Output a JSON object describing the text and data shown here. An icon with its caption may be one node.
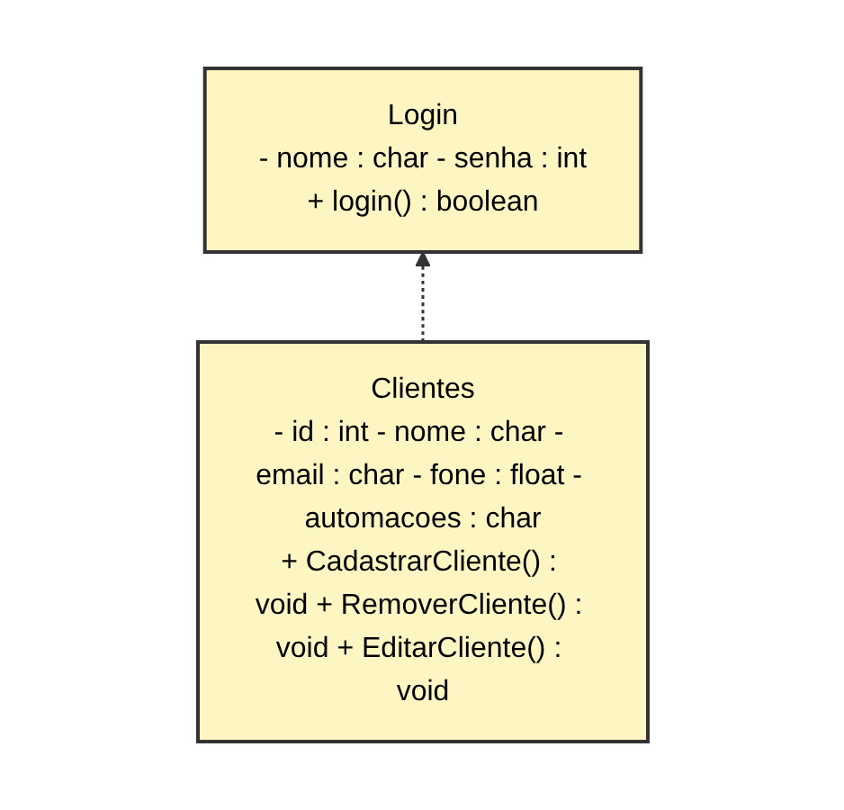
{
  "diagram": {
    "nodes": [
      {
        "text": [
          "Login",
          "- nome : char - senha : int",
          "+ login() : boolean"
        ]
      },
      {
        "text": [
          "Clientes",
          "- id : int - nome : char - email : char - fone : float - automacoes : char",
          "+ CadastrarCliente() : void + RemoverCliente() : void + EditarCliente() : void"
        ]
      }
    ],
    "edges": [
      {
        "from": 1,
        "to": 0,
        "arrow": "to",
        "style": "dashed"
      }
    ]
  }
}
